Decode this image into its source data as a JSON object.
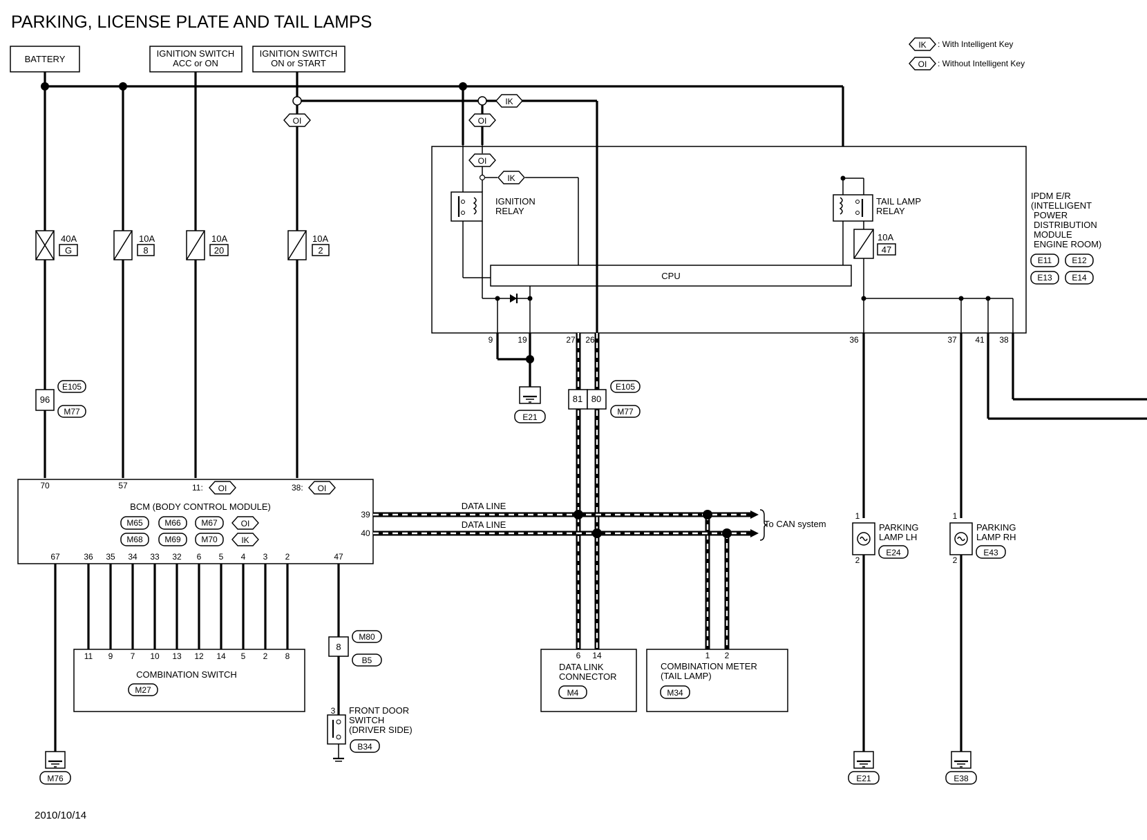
{
  "title": "PARKING, LICENSE PLATE AND TAIL LAMPS",
  "date": "2010/10/14",
  "legend": [
    {
      "code": "IK",
      "text": ": With Intelligent Key"
    },
    {
      "code": "OI",
      "text": ": Without Intelligent Key"
    }
  ],
  "power": {
    "battery": "BATTERY",
    "ign_acc_1": "IGNITION SWITCH",
    "ign_acc_2": "ACC or ON",
    "ign_start_1": "IGNITION SWITCH",
    "ign_start_2": "ON or START"
  },
  "fuses": {
    "f1_amp": "40A",
    "f1_id": "G",
    "f2_amp": "10A",
    "f2_id": "8",
    "f3_amp": "10A",
    "f3_id": "20",
    "f4_amp": "10A",
    "f4_id": "2",
    "f5_amp": "10A",
    "f5_id": "47"
  },
  "tags": {
    "ik": "IK",
    "oi": "OI"
  },
  "ipdm": {
    "name_lines": [
      "IPDM E/R",
      "(INTELLIGENT",
      "POWER",
      "DISTRIBUTION",
      "MODULE",
      "ENGINE ROOM)"
    ],
    "connectors": [
      "E11",
      "E12",
      "E13",
      "E14"
    ],
    "cpu": "CPU",
    "ign_relay_1": "IGNITION",
    "ign_relay_2": "RELAY",
    "tail_relay_1": "TAIL LAMP",
    "tail_relay_2": "RELAY",
    "pins": [
      "9",
      "19",
      "27",
      "26",
      "36",
      "37",
      "41",
      "38"
    ]
  },
  "junction": {
    "pin96": "96",
    "e105": "E105",
    "m77": "M77",
    "pin81": "81",
    "pin80": "80"
  },
  "grounds": {
    "e21": "E21",
    "m76": "M76",
    "e38": "E38"
  },
  "bcm": {
    "name": "BCM (BODY CONTROL MODULE)",
    "top_pins": [
      "70",
      "57",
      "11:",
      "38:"
    ],
    "conn_row1": [
      "M65",
      "M66",
      "M67"
    ],
    "conn_row2": [
      "M68",
      "M69",
      "M70"
    ],
    "row1_tag": "OI",
    "row2_tag": "IK",
    "pin39": "39",
    "pin40": "40",
    "bottom_pins": [
      "67",
      "36",
      "35",
      "34",
      "33",
      "32",
      "6",
      "5",
      "4",
      "3",
      "2",
      "47"
    ]
  },
  "data_line": {
    "label1": "DATA LINE",
    "label2": "DATA LINE",
    "can": "To CAN system"
  },
  "combo_switch": {
    "name": "COMBINATION SWITCH",
    "conn": "M27",
    "pins": [
      "11",
      "9",
      "7",
      "10",
      "13",
      "12",
      "14",
      "5",
      "2",
      "8"
    ]
  },
  "door": {
    "m80": "M80",
    "b5": "B5",
    "pin8": "8",
    "pin3": "3",
    "name1": "FRONT DOOR",
    "name2": "SWITCH",
    "name3": "(DRIVER SIDE)",
    "conn": "B34"
  },
  "dlc": {
    "name1": "DATA LINK",
    "name2": "CONNECTOR",
    "conn": "M4",
    "pin6": "6",
    "pin14": "14"
  },
  "meter": {
    "name1": "COMBINATION METER",
    "name2": "(TAIL LAMP)",
    "conn": "M34",
    "pin1": "1",
    "pin2": "2"
  },
  "lamp_lh": {
    "name1": "PARKING",
    "name2": "LAMP LH",
    "conn": "E24",
    "pin1": "1",
    "pin2": "2"
  },
  "lamp_rh": {
    "name1": "PARKING",
    "name2": "LAMP RH",
    "conn": "E43",
    "pin1": "1",
    "pin2": "2"
  }
}
